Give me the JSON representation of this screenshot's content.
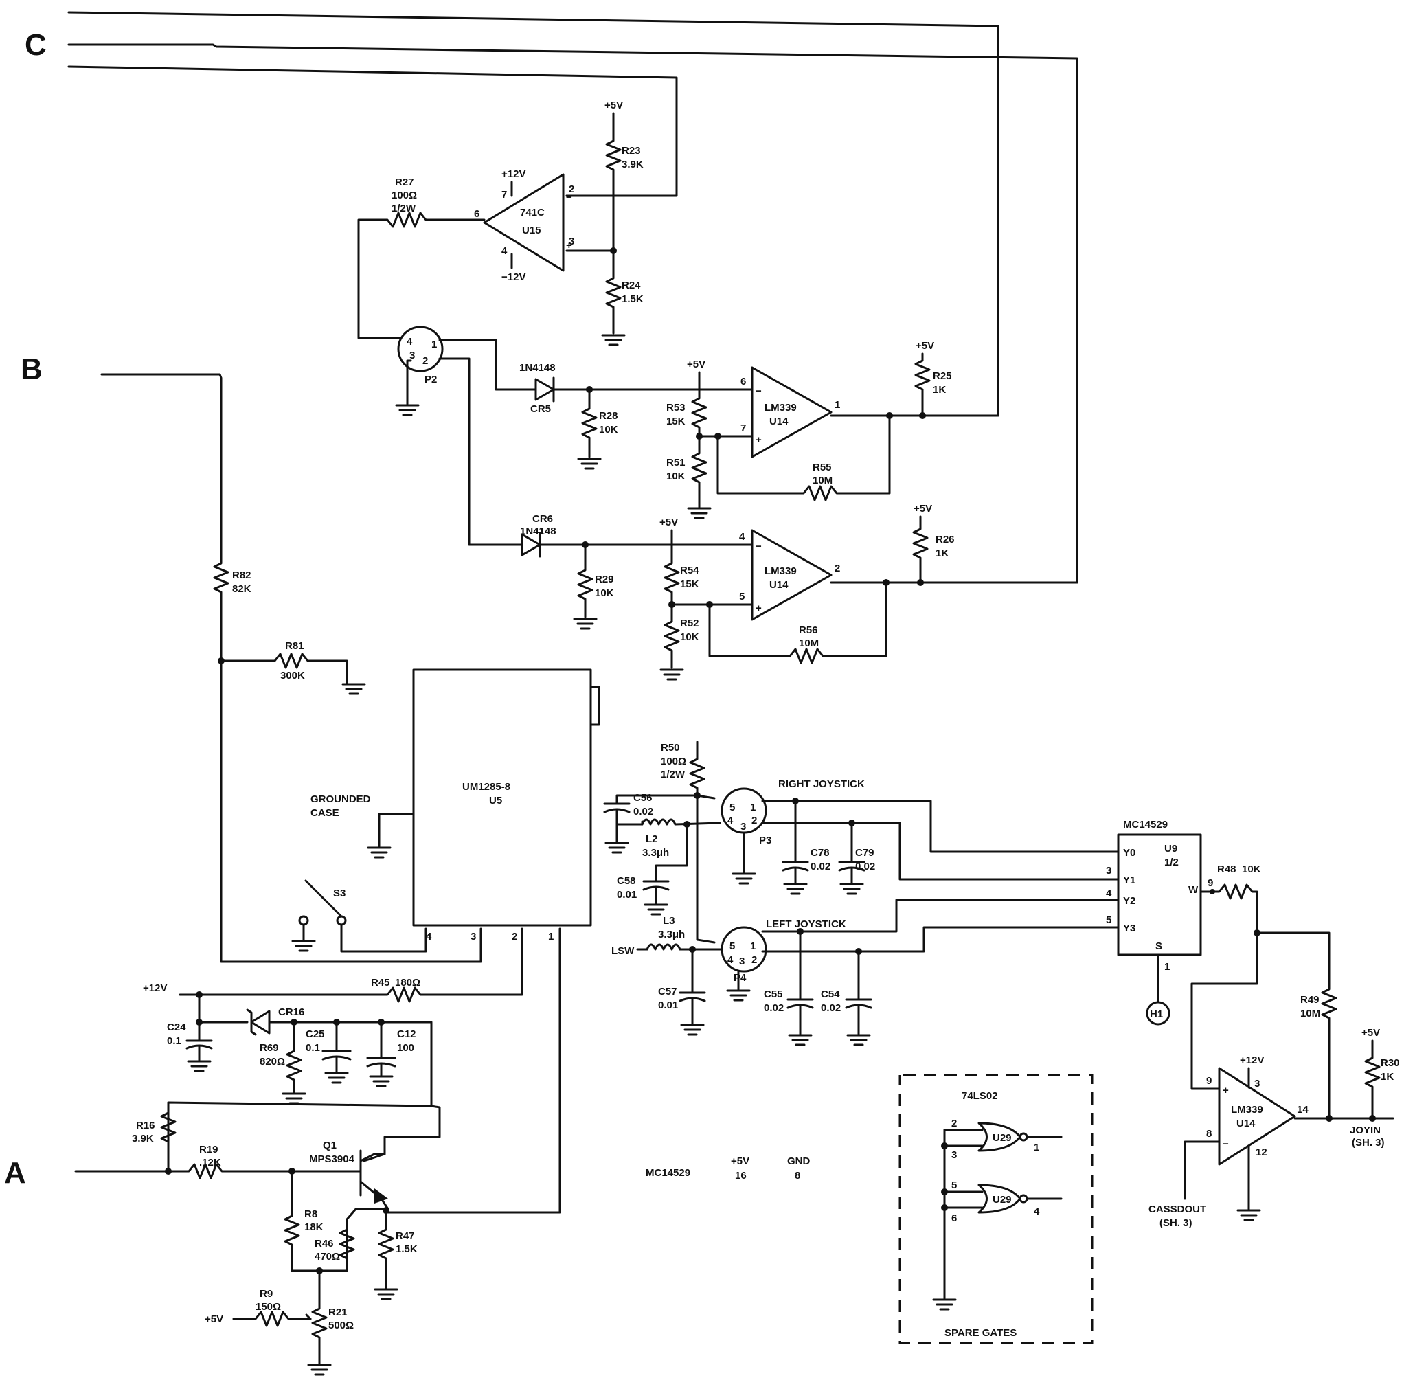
{
  "connectors": [
    "A",
    "B",
    "C"
  ],
  "power": {
    "p12": "+12V",
    "m12": "−12V",
    "p5": "+5V",
    "m5": "+5V"
  },
  "opamp741": {
    "part": "741C",
    "ref": "U15",
    "pins": [
      "7",
      "2",
      "6",
      "3",
      "4"
    ]
  },
  "comp1": {
    "part": "LM339",
    "ref": "U14",
    "pins": [
      "6",
      "7",
      "1"
    ]
  },
  "comp2": {
    "part": "LM339",
    "ref": "U14",
    "pins": [
      "4",
      "5",
      "2"
    ]
  },
  "comp3": {
    "part": "LM339",
    "ref": "U14",
    "pins": [
      "3",
      "9",
      "8",
      "12",
      "14"
    ]
  },
  "resistors": {
    "R23": [
      "R23",
      "3.9K"
    ],
    "R24": [
      "R24",
      "1.5K"
    ],
    "R27": [
      "R27",
      "100Ω",
      "1/2W"
    ],
    "R25": [
      "R25",
      "1K"
    ],
    "R26": [
      "R26",
      "1K"
    ],
    "R28": [
      "R28",
      "10K"
    ],
    "R29": [
      "R29",
      "10K"
    ],
    "R53": [
      "R53",
      "15K"
    ],
    "R51": [
      "R51",
      "10K"
    ],
    "R54": [
      "R54",
      "15K"
    ],
    "R52": [
      "R52",
      "10K"
    ],
    "R55": [
      "R55",
      "10M"
    ],
    "R56": [
      "R56",
      "10M"
    ],
    "R82": [
      "R82",
      "82K"
    ],
    "R81": [
      "R81",
      "300K"
    ],
    "R50": [
      "R50",
      "100Ω",
      "1/2W"
    ],
    "R45": [
      "R45",
      "180Ω"
    ],
    "R69": [
      "R69",
      "820Ω"
    ],
    "R16": [
      "R16",
      "3.9K"
    ],
    "R19": [
      "R19",
      ".12K"
    ],
    "R8": [
      "R8",
      "18K"
    ],
    "R46": [
      "R46",
      "470Ω"
    ],
    "R47": [
      "R47",
      "1.5K"
    ],
    "R9": [
      "R9",
      "150Ω"
    ],
    "R21": [
      "R21",
      "500Ω"
    ],
    "R48": [
      "R48",
      "10K"
    ],
    "R49": [
      "R49",
      "10M"
    ],
    "R30": [
      "R30",
      "1K"
    ]
  },
  "capacitors": {
    "C56": [
      "C56",
      "0.02"
    ],
    "C58": [
      "C58",
      "0.01"
    ],
    "C78": [
      "C78",
      "0.02"
    ],
    "C79": [
      "C79",
      "0.02"
    ],
    "C57": [
      "C57",
      "0.01"
    ],
    "C55": [
      "C55",
      "0.02"
    ],
    "C54": [
      "C54",
      "0.02"
    ],
    "C24": [
      "C24",
      "0.1"
    ],
    "C25": [
      "C25",
      "0.1"
    ],
    "C12": [
      "C12",
      "100"
    ]
  },
  "inductors": {
    "L2": [
      "L2",
      "3.3μh"
    ],
    "L3": [
      "L3",
      "3.3μh"
    ]
  },
  "diodes": {
    "CR5": [
      "1N4148",
      "CR5"
    ],
    "CR6": [
      "CR6",
      "1N4148"
    ],
    "CR16": "CR16"
  },
  "connectors_dins": {
    "P2": {
      "ref": "P2",
      "pins": [
        "4",
        "1",
        "3",
        "2"
      ]
    },
    "P3": {
      "ref": "P3",
      "pins": [
        "5",
        "1",
        "4",
        "2",
        "3"
      ]
    },
    "P4": {
      "ref": "P4",
      "pins": [
        "5",
        "1",
        "4",
        "3",
        "2"
      ]
    }
  },
  "modulator": {
    "part": "UM1285-8",
    "ref": "U5",
    "pins": [
      "4",
      "3",
      "2",
      "1"
    ]
  },
  "grounded_case": [
    "GROUNDED",
    "CASE"
  ],
  "switch_ref": "S3",
  "transistor": {
    "ref": "Q1",
    "part": "MPS3904"
  },
  "joysticks": {
    "right": "RIGHT JOYSTICK",
    "left": "LEFT JOYSTICK",
    "lsw": "LSW"
  },
  "mux": {
    "part": "MC14529",
    "ref": "U9",
    "half": "1/2",
    "inputs": [
      "Y0",
      "Y1",
      "Y2",
      "Y3"
    ],
    "input_pins": [
      "3",
      "4",
      "5"
    ],
    "out": "W",
    "out_pin": "9",
    "sel": "S",
    "sel_pin": "1",
    "offpage": "H1"
  },
  "power_table": {
    "part": "MC14529",
    "vcc": "+5V",
    "vcc_pin": "16",
    "gnd": "GND",
    "gnd_pin": "8"
  },
  "signals": {
    "joyin": [
      "JOYIN",
      "(SH. 3)"
    ],
    "cassdout": [
      "CASSDOUT",
      "(SH. 3)"
    ]
  },
  "spare": {
    "part": "74LS02",
    "title": "SPARE GATES",
    "gate": "U29",
    "g1_pins": [
      "2",
      "3",
      "1"
    ],
    "g2_pins": [
      "5",
      "6",
      "4"
    ]
  }
}
